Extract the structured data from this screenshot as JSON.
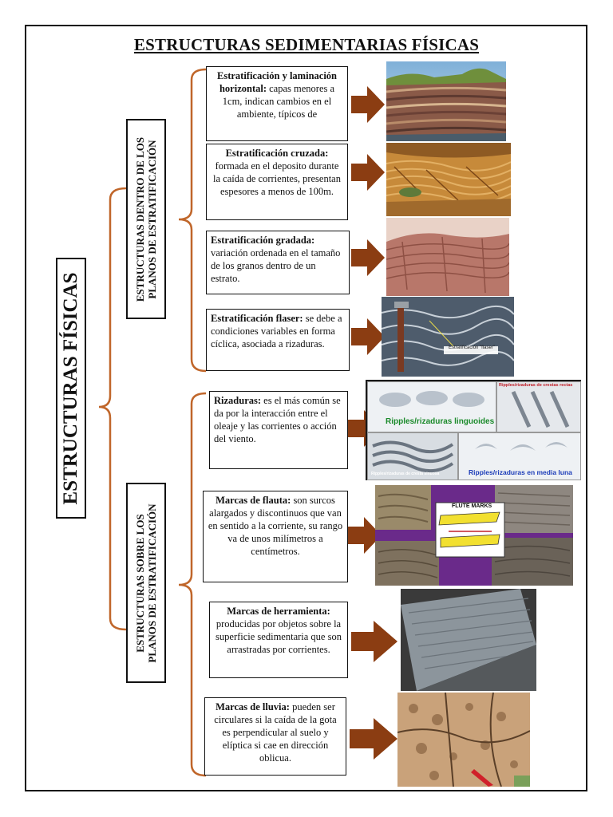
{
  "title": "ESTRUCTURAS SEDIMENTARIAS FÍSICAS",
  "main_label": "ESTRUCTURAS FÍSICAS",
  "groups": [
    {
      "label_line1": "ESTRUCTURAS DENTRO DE LOS",
      "label_line2": "PLANOS DE ESTRATIFICACIÓN",
      "items": [
        {
          "term": "Estratificación y laminación horizontal:",
          "desc": "capas menores a 1cm, indican cambios en el ambiente, típicos de",
          "image": "horizontal-strata-cliff"
        },
        {
          "term": "Estratificación cruzada:",
          "desc": "formada en el deposito durante la caída de corrientes, presentan espesores a menos de 100m.",
          "image": "cross-bedded-sandstone"
        },
        {
          "term": "Estratificación gradada:",
          "desc": "variación ordenada en el tamaño de los granos dentro de un estrato.",
          "image": "graded-bedding-rock"
        },
        {
          "term": "Estratificación flaser:",
          "desc": "se debe a condiciones variables en forma cíclica, asociada a rizaduras.",
          "image": "flaser-bedding-hammer",
          "image_caption": "Estratificación \"flaser\""
        }
      ]
    },
    {
      "label_line1": "ESTRUCTURAS SOBRE LOS",
      "label_line2": "PLANOS DE ESTRATIFICACIÓN",
      "items": [
        {
          "term": "Rizaduras:",
          "desc": "es el más común se da por la interacción entre el oleaje y las corrientes o acción del viento.",
          "image": "ripple-marks-diagrams",
          "image_labels": [
            "Ripples/rizaduras linguoides",
            "Ripples/rizaduras de crestas rectas",
            "Ripples/rizaduras de cresta sinuosa",
            "Ripples/rizaduras en media luna"
          ]
        },
        {
          "term": "Marcas de flauta:",
          "desc": "son surcos alargados y discontinuos que van en sentido a la corriente, su rango va de unos milímetros a centímetros.",
          "image": "flute-marks-collage",
          "image_labels": [
            "FLUTE MARKS"
          ]
        },
        {
          "term": "Marcas de herramienta:",
          "desc": "producidas por objetos sobre la superficie sedimentaria que son arrastradas por corrientes.",
          "image": "tool-marks-slab"
        },
        {
          "term": "Marcas de lluvia:",
          "desc": "pueden ser circulares si la caída de la gota es perpendicular al suelo y elíptica si cae en dirección oblicua.",
          "image": "rain-marks-mud"
        }
      ]
    }
  ],
  "colors": {
    "bracket": "#c0662a",
    "arrow": "#8b3d12",
    "border": "#111111"
  }
}
